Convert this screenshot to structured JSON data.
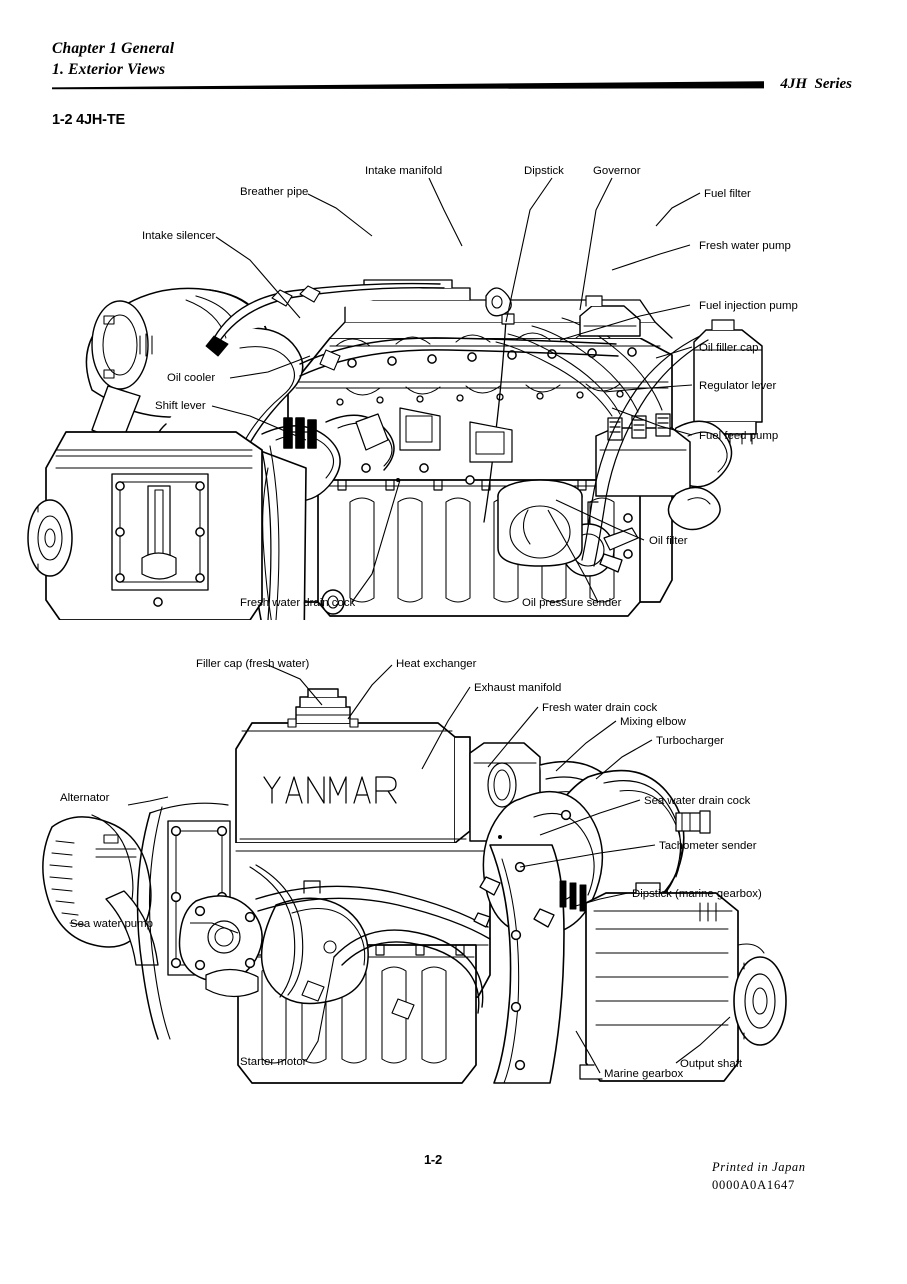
{
  "header": {
    "chapter": "Chapter 1 General",
    "section": "1. Exterior Views",
    "series": "4JH  Series"
  },
  "subheading": "1-2 4JH-TE",
  "footer": {
    "page_number": "1-2",
    "printed": "Printed in Japan",
    "code": "0000A0A1647"
  },
  "figures": [
    {
      "id": "fig-upper",
      "engine_marking": "",
      "labels": [
        {
          "text": "Intake  manifold",
          "side": "top"
        },
        {
          "text": "Dipstick",
          "side": "top"
        },
        {
          "text": "Governor",
          "side": "top"
        },
        {
          "text": "Breather pipe",
          "side": "left"
        },
        {
          "text": "Intake silencer",
          "side": "left"
        },
        {
          "text": "Oil cooler",
          "side": "left"
        },
        {
          "text": "Shift lever",
          "side": "left"
        },
        {
          "text": "Fuel filter",
          "side": "right"
        },
        {
          "text": "Fresh water pump",
          "side": "right"
        },
        {
          "text": "Fuel injection pump",
          "side": "right"
        },
        {
          "text": "Oil filler cap",
          "side": "right"
        },
        {
          "text": "Regulator lever",
          "side": "right"
        },
        {
          "text": "Fuel feed pump",
          "side": "right"
        },
        {
          "text": "Oil filter",
          "side": "right"
        },
        {
          "text": "Fresh water drain cock",
          "side": "bottom"
        },
        {
          "text": "Oil pressure sender",
          "side": "bottom"
        }
      ]
    },
    {
      "id": "fig-lower",
      "engine_marking": "YANMAR",
      "labels": [
        {
          "text": "Filler cap (fresh water)",
          "side": "top"
        },
        {
          "text": "Heat exchanger",
          "side": "top"
        },
        {
          "text": "Exhaust manifold",
          "side": "top"
        },
        {
          "text": "Fresh water drain cock",
          "side": "top"
        },
        {
          "text": "Mixing elbow",
          "side": "top"
        },
        {
          "text": "Turbocharger",
          "side": "right"
        },
        {
          "text": "Sea water drain cock",
          "side": "right"
        },
        {
          "text": "Tachometer sender",
          "side": "right"
        },
        {
          "text": "Dipstick (marine gearbox)",
          "side": "right"
        },
        {
          "text": "Output shaft",
          "side": "right"
        },
        {
          "text": "Alternator",
          "side": "left"
        },
        {
          "text": "Sea water pump",
          "side": "left"
        },
        {
          "text": "Starter motor",
          "side": "bottom"
        },
        {
          "text": "Marine gearbox",
          "side": "bottom"
        }
      ]
    }
  ]
}
